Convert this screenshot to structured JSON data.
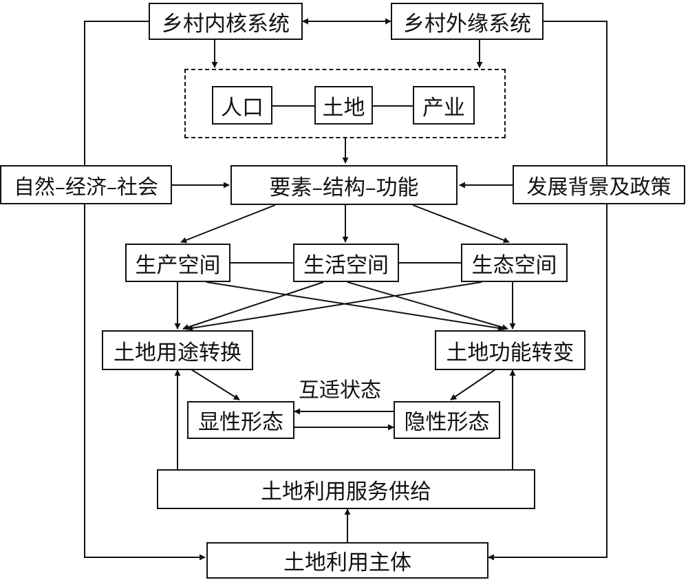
{
  "diagram": {
    "nodes": {
      "rural_core_system": "乡村内核系统",
      "rural_external_system": "乡村外缘系统",
      "population": "人口",
      "land": "土地",
      "industry": "产业",
      "nature_economy_society": "自然–经济–社会",
      "element_structure_function": "要素–结构–功能",
      "development_background_policy": "发展背景及政策",
      "production_space": "生产空间",
      "living_space": "生活空间",
      "ecological_space": "生态空间",
      "land_use_conversion": "土地用途转换",
      "land_function_change": "土地功能转变",
      "explicit_form": "显性形态",
      "implicit_form": "隐性形态",
      "land_use_service_supply": "土地利用服务供给",
      "land_use_subject": "土地利用主体"
    },
    "annotations": {
      "mutual_adaptation": "互适状态"
    }
  }
}
